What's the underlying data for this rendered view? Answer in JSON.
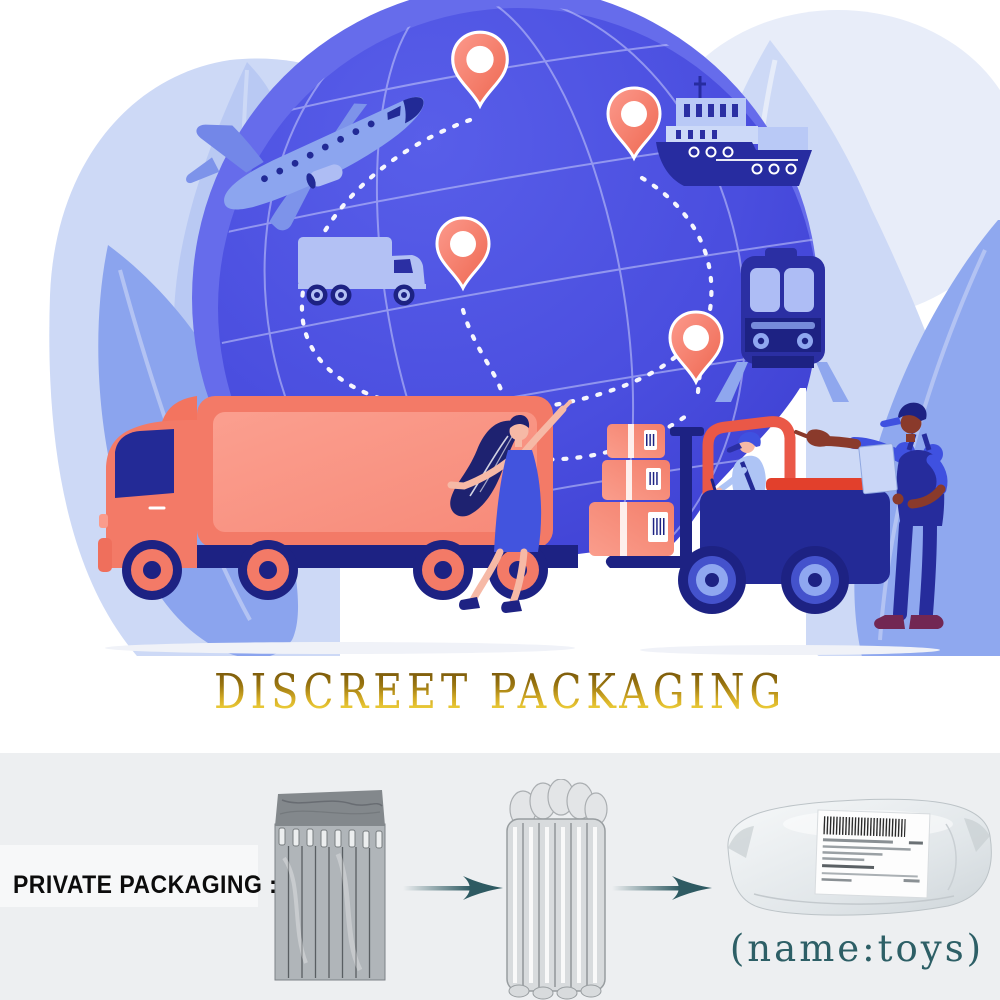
{
  "hero": {
    "title": "DISCREET PACKAGING",
    "title_gradient": [
      "#6a4a08",
      "#a87d14",
      "#e9c231",
      "#ffe95e"
    ],
    "illustration_icons": [
      "globe",
      "airplane-icon",
      "cargo-ship-icon",
      "freight-train-icon",
      "box-truck-icon",
      "location-pin-icon",
      "route-dashes",
      "delivery-truck",
      "woman-pointing-figure",
      "parcel-boxes",
      "forklift",
      "forklift-driver",
      "courier-with-clipboard",
      "leaf-shapes"
    ],
    "palette": {
      "globe_blue": "#4a4edf",
      "periwinkle": "#8ca5ef",
      "light_leaf": "#cdd9f6",
      "dark_leaf": "#8ba4ee",
      "coral": "#f37a67",
      "navy": "#1d2283",
      "pin_coral": "#f1705a"
    }
  },
  "packaging": {
    "label": "PRIVATE PACKAGING :",
    "caption": "(name:toys)",
    "background": "#edeff1",
    "band_color": "#f7f8f9",
    "arrow_color": "#2e5a62",
    "steps": [
      "air-column-bag-flat",
      "air-column-bag-inflated",
      "sealed-parcel-with-label"
    ]
  }
}
